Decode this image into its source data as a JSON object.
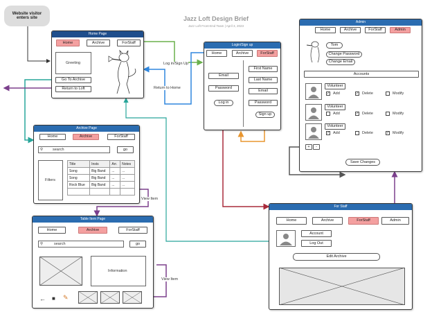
{
  "title": "Jazz Loft Design Brief",
  "subtitle": "Jazz Loft Front-End Team | April 3, 2023",
  "start_node": "Website visitor enters site",
  "home": {
    "header": "Home Page",
    "nav": [
      "Home",
      "Archive",
      "ForStaff"
    ],
    "greeting": "Greeting",
    "go_to_archive": "Go To Archive",
    "return_to_loft": "Return to Loft"
  },
  "login": {
    "header": "Login/Sign up",
    "nav": [
      "Home",
      "Archive",
      "ForStaff"
    ],
    "email": "Email",
    "password": "Password",
    "login_btn": "Log in",
    "first_name": "First Name",
    "last_name": "Last Name",
    "email2": "Email",
    "password2": "Password",
    "signup_btn": "Sign up"
  },
  "admin": {
    "header": "Admin",
    "nav": [
      "Home",
      "Archive",
      "ForStaff",
      "Admin"
    ],
    "user_name": "Tom",
    "change_password": "Change Password",
    "change_email": "Change Email",
    "accounts_header": "Accounts",
    "accounts": [
      {
        "role": "Volunteer",
        "add": true,
        "delete": true,
        "modify": false
      },
      {
        "role": "Volunteer",
        "add": false,
        "delete": true,
        "modify": false
      },
      {
        "role": "Volunteer",
        "add": true,
        "delete": false,
        "modify": true
      }
    ],
    "perm_labels": [
      "Add",
      "Delete",
      "Modify"
    ],
    "plus_minus": [
      "+",
      "-"
    ],
    "save_changes": "Save Changes"
  },
  "archive": {
    "header": "Archive Page",
    "nav": [
      "Home",
      "Archive",
      "ForStaff"
    ],
    "search_placeholder": "search",
    "go": "go",
    "filters": "Filters",
    "columns": [
      "Title",
      "Insts",
      "Arr.",
      "Notes"
    ],
    "rows": [
      [
        "Song",
        "Big Band",
        "...",
        "..."
      ],
      [
        "Song",
        "Big Band",
        "...",
        "..."
      ],
      [
        "Rock Blue",
        "Big Band",
        "...",
        "..."
      ]
    ]
  },
  "table_item": {
    "header": "Table Item Page",
    "nav": [
      "Home",
      "Archive",
      "ForStaff"
    ],
    "search_placeholder": "search",
    "go": "go",
    "information": "Information"
  },
  "for_staff": {
    "header": "For Staff",
    "nav": [
      "Home",
      "Archive",
      "ForStaff",
      "Admin"
    ],
    "account": "Account",
    "log_out": "Log Out",
    "edit_archive": "Edit Archive"
  },
  "connectors": {
    "login_signup": "Log in/Sign Up",
    "return_to_home": "Return to Home",
    "view_item_1": "View Item",
    "view_item_2": "View Item"
  },
  "colors": {
    "header_blue": "#2b6cb0",
    "active_tab": "#f4a0a0",
    "arrow_green": "#6ab04c",
    "arrow_blue": "#2e86de",
    "arrow_teal": "#27a59a",
    "arrow_purple": "#7b3f8c",
    "arrow_orange": "#e8952e",
    "arrow_red": "#a82a3a",
    "arrow_gray": "#555555",
    "arrow_black": "#333333"
  }
}
